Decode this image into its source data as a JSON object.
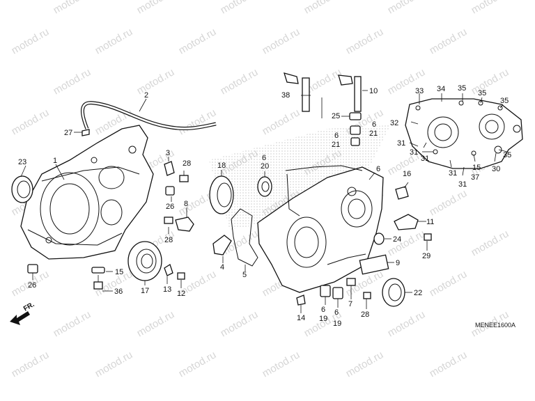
{
  "watermark": "motod.ru",
  "diagram_code": "MENEE1600A",
  "front_indicator": "FR.",
  "callouts": [
    "1",
    "2",
    "3",
    "4",
    "5",
    "6",
    "7",
    "8",
    "9",
    "10",
    "11",
    "12",
    "13",
    "14",
    "15",
    "16",
    "17",
    "18",
    "19",
    "20",
    "21",
    "22",
    "23",
    "24",
    "25",
    "26",
    "27",
    "28",
    "29",
    "30",
    "31",
    "32",
    "33",
    "34",
    "35",
    "36",
    "37",
    "38"
  ]
}
